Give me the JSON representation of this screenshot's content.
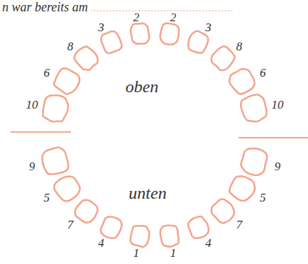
{
  "diagram": {
    "labels": [
      "n war bereits am",
      "10",
      "6",
      "8",
      "3",
      "2",
      "2",
      "3",
      "8",
      "6",
      "10",
      "oben",
      "unten",
      "9",
      "5",
      "7",
      "4",
      "1",
      "1",
      "4",
      "7",
      "5",
      "9"
    ]
  }
}
